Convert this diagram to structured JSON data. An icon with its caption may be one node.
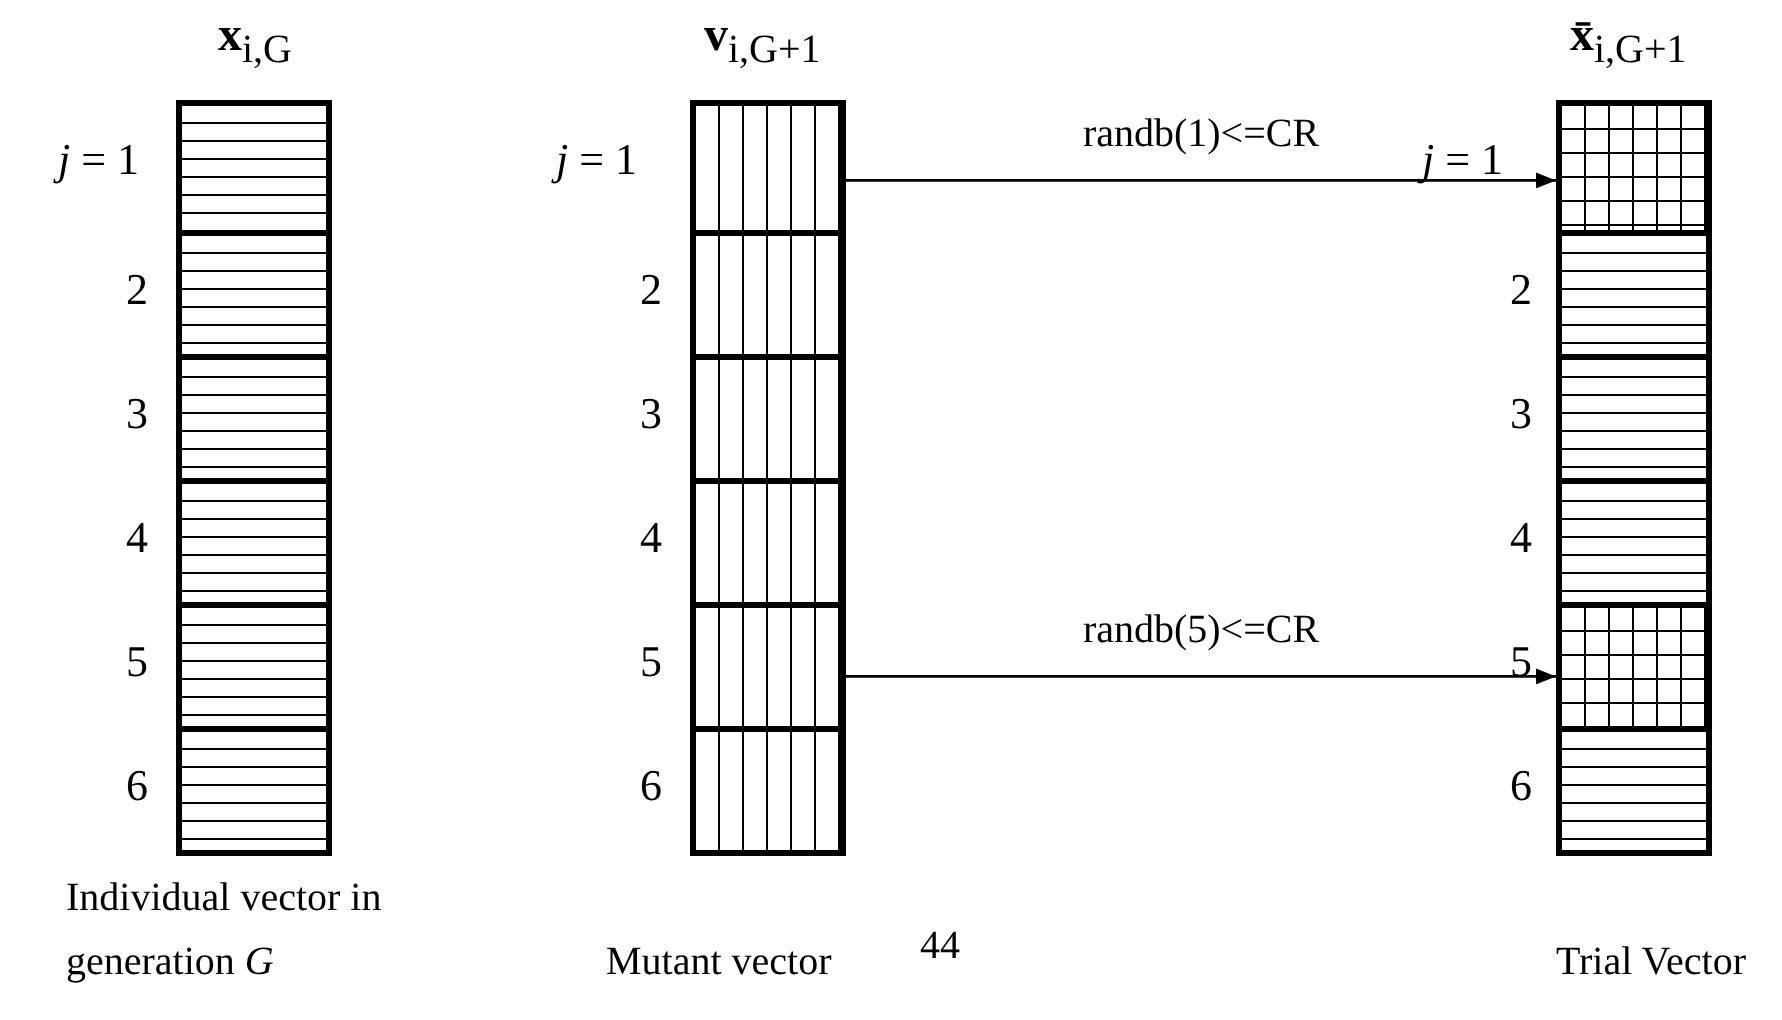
{
  "diagram": {
    "nodes": [
      {
        "text": [
          "**x**$_{i,G}$"
        ],
        "beside": [
          "Individual vector in generation *G*"
        ]
      },
      {
        "text": [],
        "shape": "box",
        "in": 0,
        "beside": [
          "*j* = 1"
        ]
      },
      {
        "text": [],
        "shape": "box",
        "in": 0,
        "beside": [
          "2"
        ]
      },
      {
        "text": [],
        "shape": "box",
        "in": 0,
        "beside": [
          "3"
        ]
      },
      {
        "text": [],
        "shape": "box",
        "in": 0,
        "beside": [
          "4"
        ]
      },
      {
        "text": [],
        "shape": "box",
        "in": 0,
        "beside": [
          "5"
        ]
      },
      {
        "text": [],
        "shape": "box",
        "in": 0,
        "beside": [
          "6"
        ]
      },
      {
        "text": [
          "**v**$_{i,G+1}$"
        ],
        "beside": [
          "Mutant vector"
        ]
      },
      {
        "text": [],
        "shape": "box",
        "in": 7,
        "beside": [
          "*j* = 1"
        ]
      },
      {
        "text": [],
        "shape": "box",
        "in": 7,
        "beside": [
          "2"
        ]
      },
      {
        "text": [],
        "shape": "box",
        "in": 7,
        "beside": [
          "3"
        ]
      },
      {
        "text": [],
        "shape": "box",
        "in": 7,
        "beside": [
          "4"
        ]
      },
      {
        "text": [],
        "shape": "box",
        "in": 7,
        "beside": [
          "5"
        ]
      },
      {
        "text": [],
        "shape": "box",
        "in": 7,
        "beside": [
          "6"
        ]
      },
      {
        "text": [
          "**x̄**$_{i,G+1}$"
        ],
        "beside": [
          "Trial Vector"
        ]
      },
      {
        "text": [],
        "shape": "box",
        "in": 14,
        "beside": [
          "*j* = 1"
        ]
      },
      {
        "text": [],
        "shape": "box",
        "in": 14,
        "beside": [
          "2"
        ]
      },
      {
        "text": [],
        "shape": "box",
        "in": 14,
        "beside": [
          "3"
        ]
      },
      {
        "text": [],
        "shape": "box",
        "in": 14,
        "beside": [
          "4"
        ]
      },
      {
        "text": [],
        "shape": "box",
        "in": 14,
        "beside": [
          "5"
        ]
      },
      {
        "text": [],
        "shape": "box",
        "in": 14,
        "beside": [
          "6"
        ]
      }
    ],
    "edges": [
      {
        "from": 8,
        "to": 15,
        "arrow": "to",
        "label": "randb(1)<=CR"
      },
      {
        "from": 12,
        "to": 19,
        "arrow": "to",
        "label": "randb(5)<=CR"
      }
    ],
    "labels": [
      "44"
    ]
  }
}
